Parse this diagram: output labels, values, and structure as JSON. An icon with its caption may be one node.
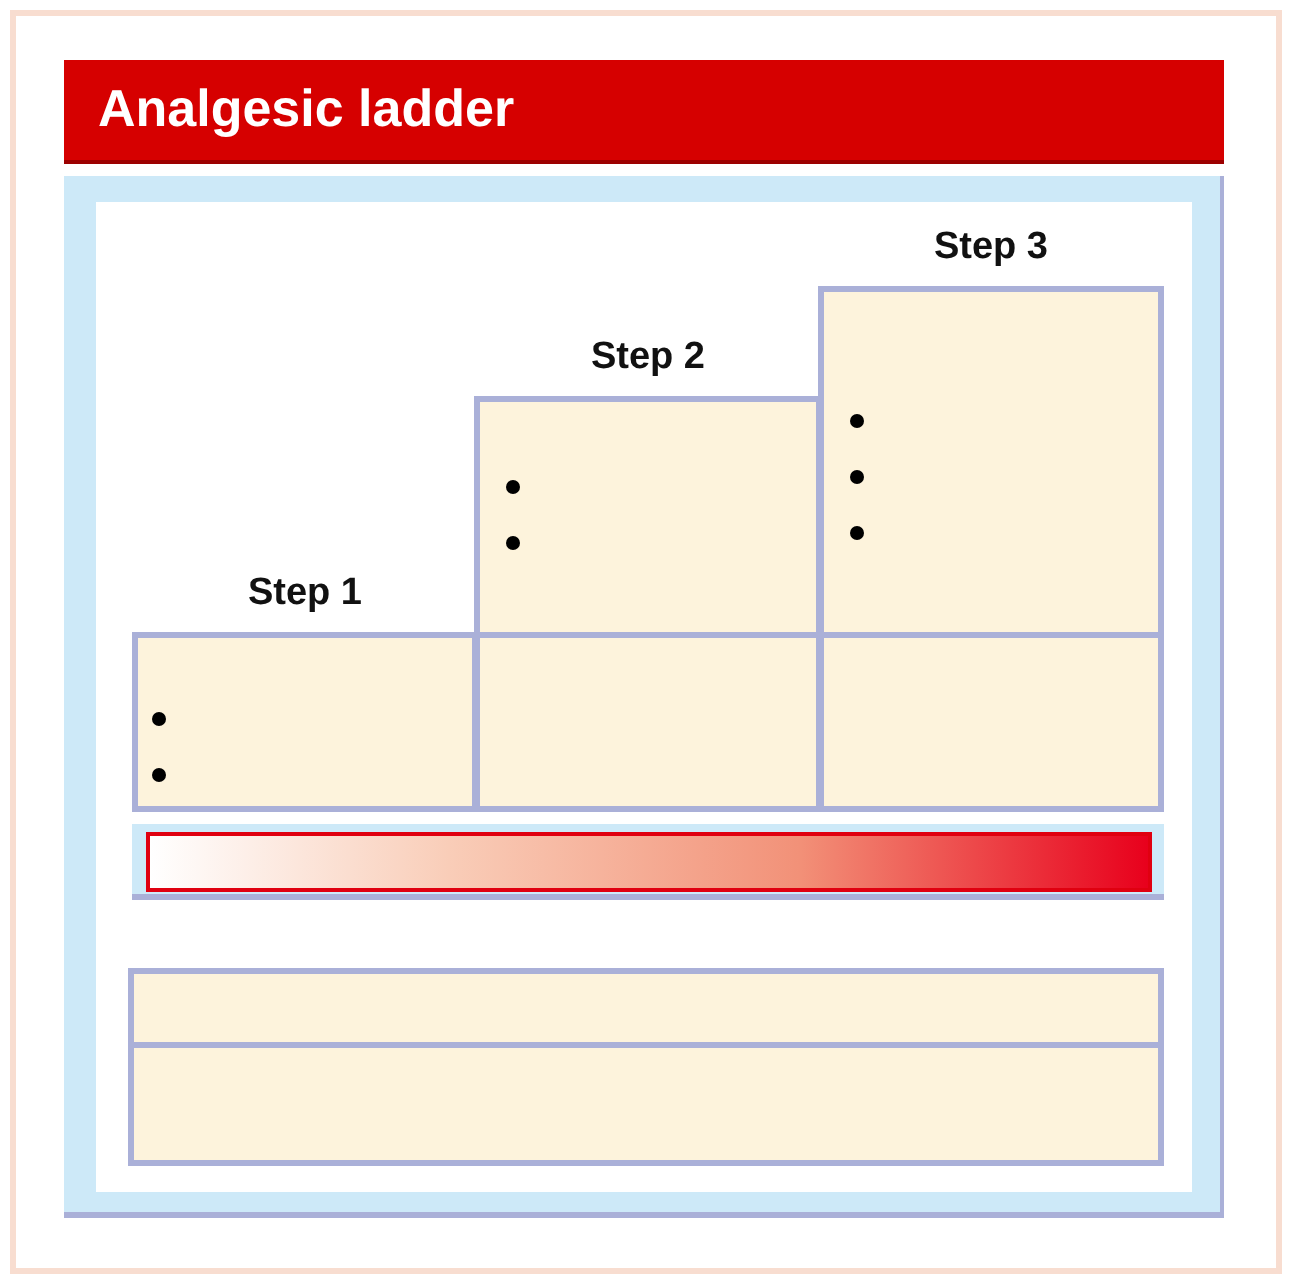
{
  "diagram": {
    "title": "Analgesic ladder",
    "nodes": [
      {
        "text": [
          "Step 1"
        ]
      },
      {
        "text": [
          "Step 2"
        ]
      },
      {
        "text": [
          "Step 3"
        ]
      },
      {
        "text": [],
        "shape": "box"
      },
      {
        "text": [],
        "shape": "box"
      },
      {
        "text": [],
        "shape": "bar"
      },
      {
        "text": [],
        "shape": "box"
      },
      {
        "text": [],
        "shape": "box"
      }
    ]
  }
}
